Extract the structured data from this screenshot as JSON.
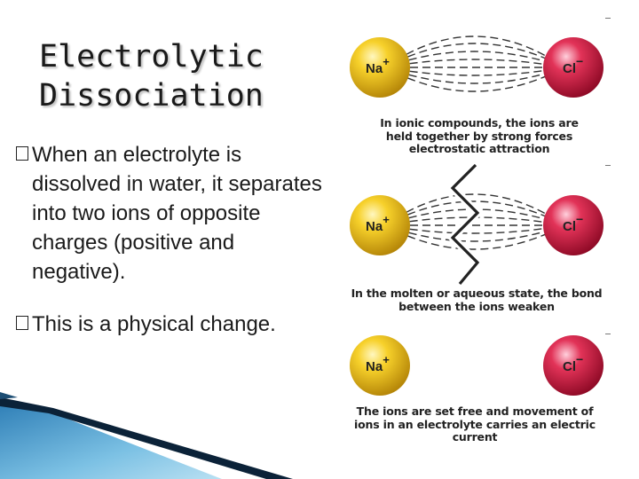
{
  "slide": {
    "title": "Electrolytic Dissociation",
    "bullets": [
      {
        "text": "When an electrolyte is dissolved in water, it separates into two ions of opposite charges (positive and negative)."
      },
      {
        "text": "This is a physical change."
      }
    ]
  },
  "diagram": {
    "ions": {
      "cation": "Na",
      "anion": "Cl",
      "plus": "+",
      "minus": "−"
    },
    "panels": [
      {
        "caption": "In ionic compounds, the ions are held together by strong forces electrostatic attraction"
      },
      {
        "caption": "In the molten or aqueous state, the bond between the ions weaken"
      },
      {
        "caption": "The ions are set free and movement of ions in an electrolyte carries an electric current"
      }
    ]
  },
  "colors": {
    "cation": "#f2c21a",
    "anion": "#d8234a",
    "accent_dark": "#0b2238",
    "accent_light": "#4fa6d4"
  }
}
